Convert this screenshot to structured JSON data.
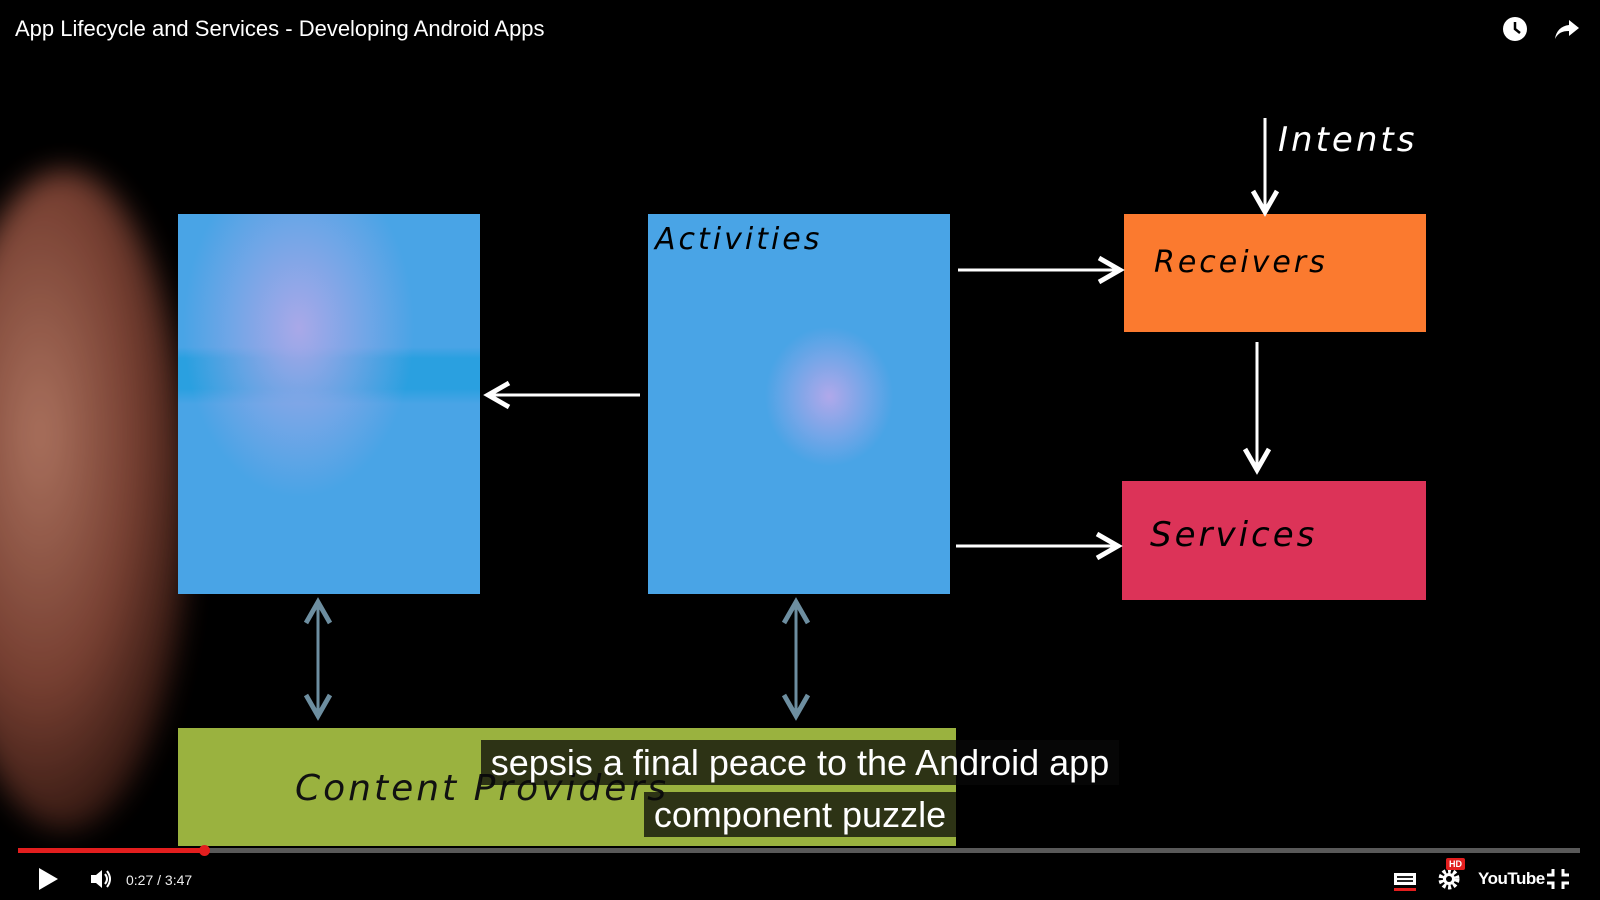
{
  "window": {
    "title": "App Lifecycle and Services - Developing Android Apps"
  },
  "diagram": {
    "activities": "Activities",
    "receivers": "Receivers",
    "services": "Services",
    "content_providers": "Content Providers",
    "intents": "Intents"
  },
  "caption": {
    "line1": "sepsis a final peace to the Android app",
    "line2": "component puzzle"
  },
  "player": {
    "current_time": "0:27",
    "duration": "3:47",
    "time_display": "0:27 / 3:47",
    "progress_fraction": 0.119,
    "hd_badge": "HD",
    "youtube_logo": "YouTube",
    "accent_color": "#e31e1e",
    "icons": [
      "watch-later-icon",
      "share-icon",
      "play-icon",
      "volume-icon",
      "captions-icon",
      "settings-icon",
      "fullscreen-exit-icon"
    ]
  }
}
